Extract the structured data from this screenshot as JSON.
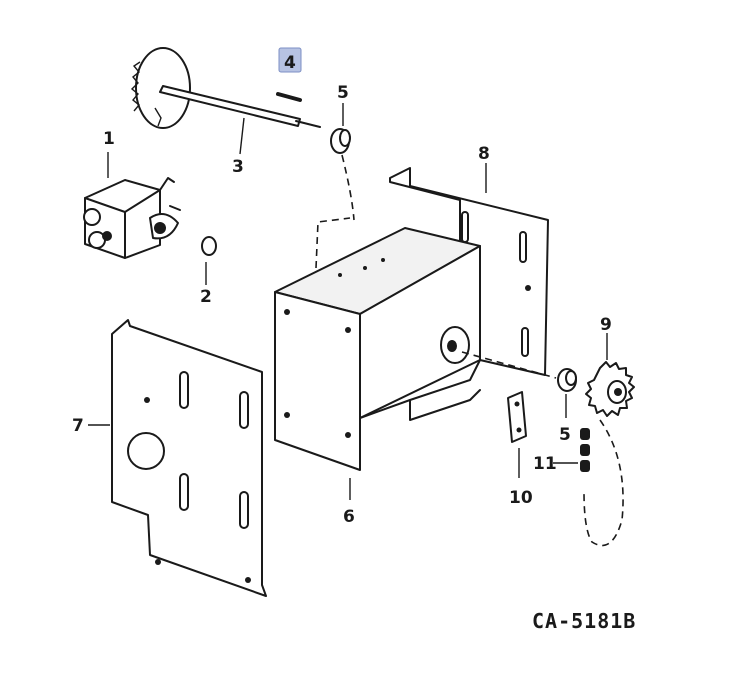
{
  "callouts": {
    "p1": "1",
    "p2": "2",
    "p3": "3",
    "p4": "4",
    "p5a": "5",
    "p5b": "5",
    "p6": "6",
    "p7": "7",
    "p8": "8",
    "p9": "9",
    "p10": "10",
    "p11": "11"
  },
  "highlighted_callout": "4",
  "reference_code": "CA-5181B",
  "colors": {
    "ink": "#1a1a1a",
    "highlight": "#b7c3e3",
    "background": "#ffffff"
  }
}
